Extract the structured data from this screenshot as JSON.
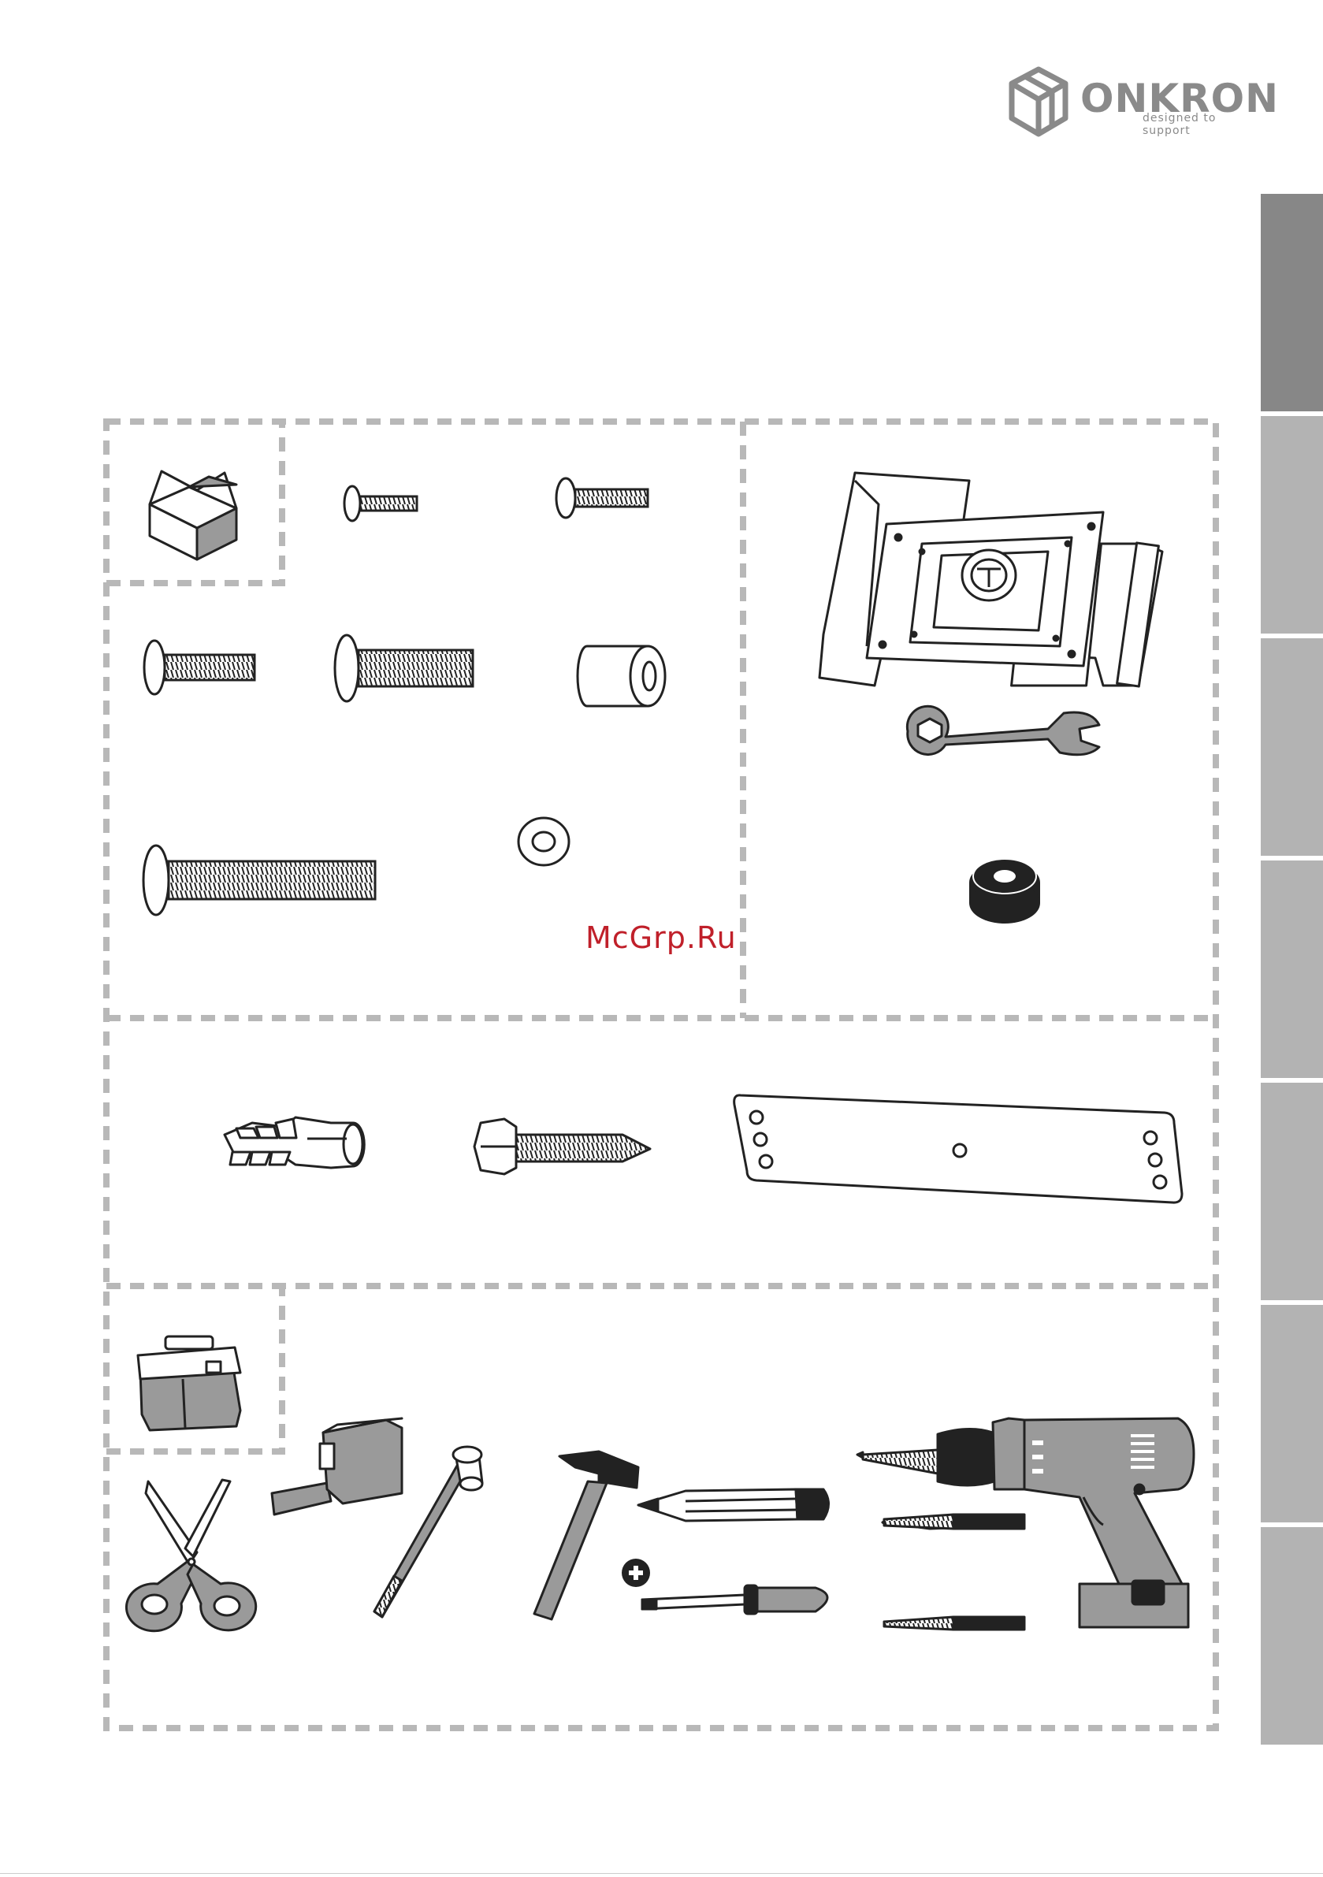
{
  "brand": {
    "name": "ONKRON",
    "tagline": "designed to support",
    "color": "#8a8a8a"
  },
  "watermark": {
    "text": "McGrp.Ru",
    "color": "#c0202a"
  },
  "side_tabs": {
    "count": 7,
    "active_index": 0,
    "active_color": "#878787",
    "color": "#b3b3b3"
  },
  "sections": {
    "parts_box_icon": "open-box-icon",
    "tools_box_icon": "toolbox-icon",
    "hardware_items": [
      "screw-m4-short",
      "screw-m4-long",
      "screw-m6-short",
      "screw-m8",
      "spacer",
      "screw-m8-long",
      "washer"
    ],
    "included_items": [
      "tv-mount-bracket",
      "wrench",
      "tape-roll"
    ],
    "wall_items": [
      "wall-anchor",
      "lag-bolt",
      "wall-plate"
    ],
    "tools": [
      "scissors",
      "tape-measure",
      "socket-wrench",
      "hammer",
      "pencil",
      "phillips-screwdriver",
      "drill-bit",
      "cordless-drill"
    ]
  }
}
